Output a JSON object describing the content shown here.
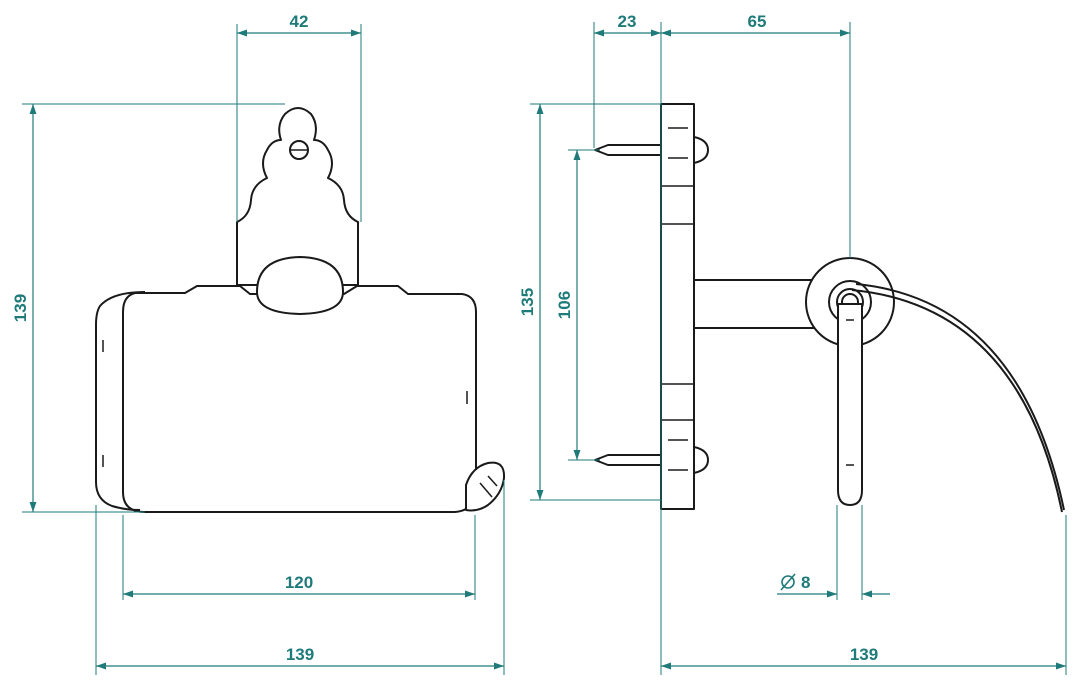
{
  "colors": {
    "dimension": "#1f7a7a",
    "outline": "#1a1a1a",
    "background": "#ffffff"
  },
  "dimensions": {
    "front_top_width": "42",
    "front_height": "139",
    "front_cover_width": "120",
    "front_total_width": "139",
    "side_plate_depth": "23",
    "side_arm_length": "65",
    "side_height": "135",
    "side_screw_spacing": "106",
    "side_bar_diameter": "8",
    "side_total_depth": "139"
  }
}
